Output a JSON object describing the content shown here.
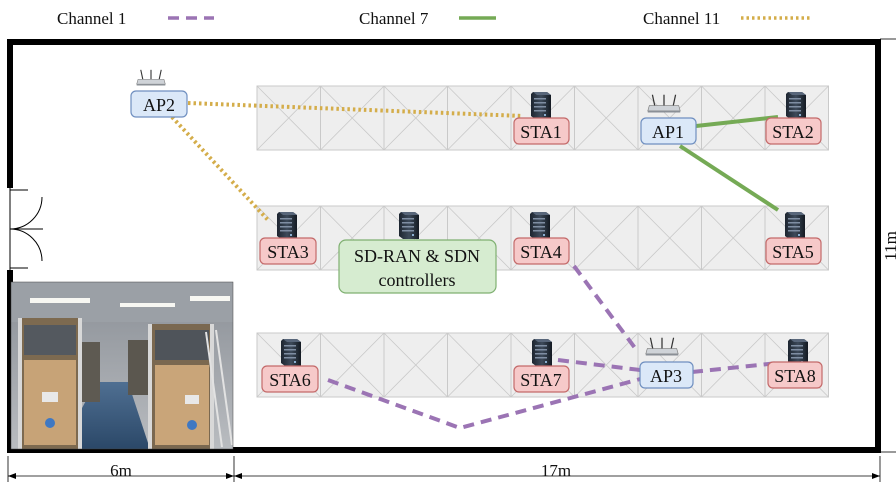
{
  "legend": [
    {
      "label": "Channel 1",
      "color": "#9b74b4",
      "style": "dashed"
    },
    {
      "label": "Channel 7",
      "color": "#75aa55",
      "style": "solid"
    },
    {
      "label": "Channel 11",
      "color": "#d4ad4a",
      "style": "dotted"
    }
  ],
  "nodes": {
    "ap1": {
      "label": "AP1",
      "kind": "access-point"
    },
    "ap2": {
      "label": "AP2",
      "kind": "access-point"
    },
    "ap3": {
      "label": "AP3",
      "kind": "access-point"
    },
    "sta1": {
      "label": "STA1",
      "kind": "station"
    },
    "sta2": {
      "label": "STA2",
      "kind": "station"
    },
    "sta3": {
      "label": "STA3",
      "kind": "station"
    },
    "sta4": {
      "label": "STA4",
      "kind": "station"
    },
    "sta5": {
      "label": "STA5",
      "kind": "station"
    },
    "sta6": {
      "label": "STA6",
      "kind": "station"
    },
    "sta7": {
      "label": "STA7",
      "kind": "station"
    },
    "sta8": {
      "label": "STA8",
      "kind": "station"
    },
    "controller": {
      "label_line1": "SD-RAN & SDN",
      "label_line2": "controllers",
      "kind": "server"
    }
  },
  "links": [
    {
      "from": "ap2",
      "to": "sta1",
      "channel": "Channel 11"
    },
    {
      "from": "ap2",
      "to": "sta3",
      "channel": "Channel 11"
    },
    {
      "from": "ap1",
      "to": "sta2",
      "channel": "Channel 7"
    },
    {
      "from": "ap1",
      "to": "sta5",
      "channel": "Channel 7"
    },
    {
      "from": "sta4",
      "to": "ap3",
      "channel": "Channel 1"
    },
    {
      "from": "sta7",
      "to": "ap3",
      "channel": "Channel 1"
    },
    {
      "from": "sta8",
      "to": "ap3",
      "channel": "Channel 1"
    },
    {
      "from": "sta6",
      "to": "ap3",
      "channel": "Channel 1"
    }
  ],
  "dimensions": {
    "width_left": "6m",
    "width_right": "17m",
    "height": "11m"
  },
  "photo": {
    "icon": "warehouse-photo"
  },
  "colors": {
    "ap_fill": "#dbe8f8",
    "ap_stroke": "#6f8fc0",
    "sta_fill": "#f6c9c9",
    "sta_stroke": "#c46a6a",
    "ctrl_fill": "#d6ecd0",
    "ctrl_stroke": "#7fb071",
    "shelf_fill": "#eeeeee",
    "shelf_stroke": "#c9c9c9"
  }
}
